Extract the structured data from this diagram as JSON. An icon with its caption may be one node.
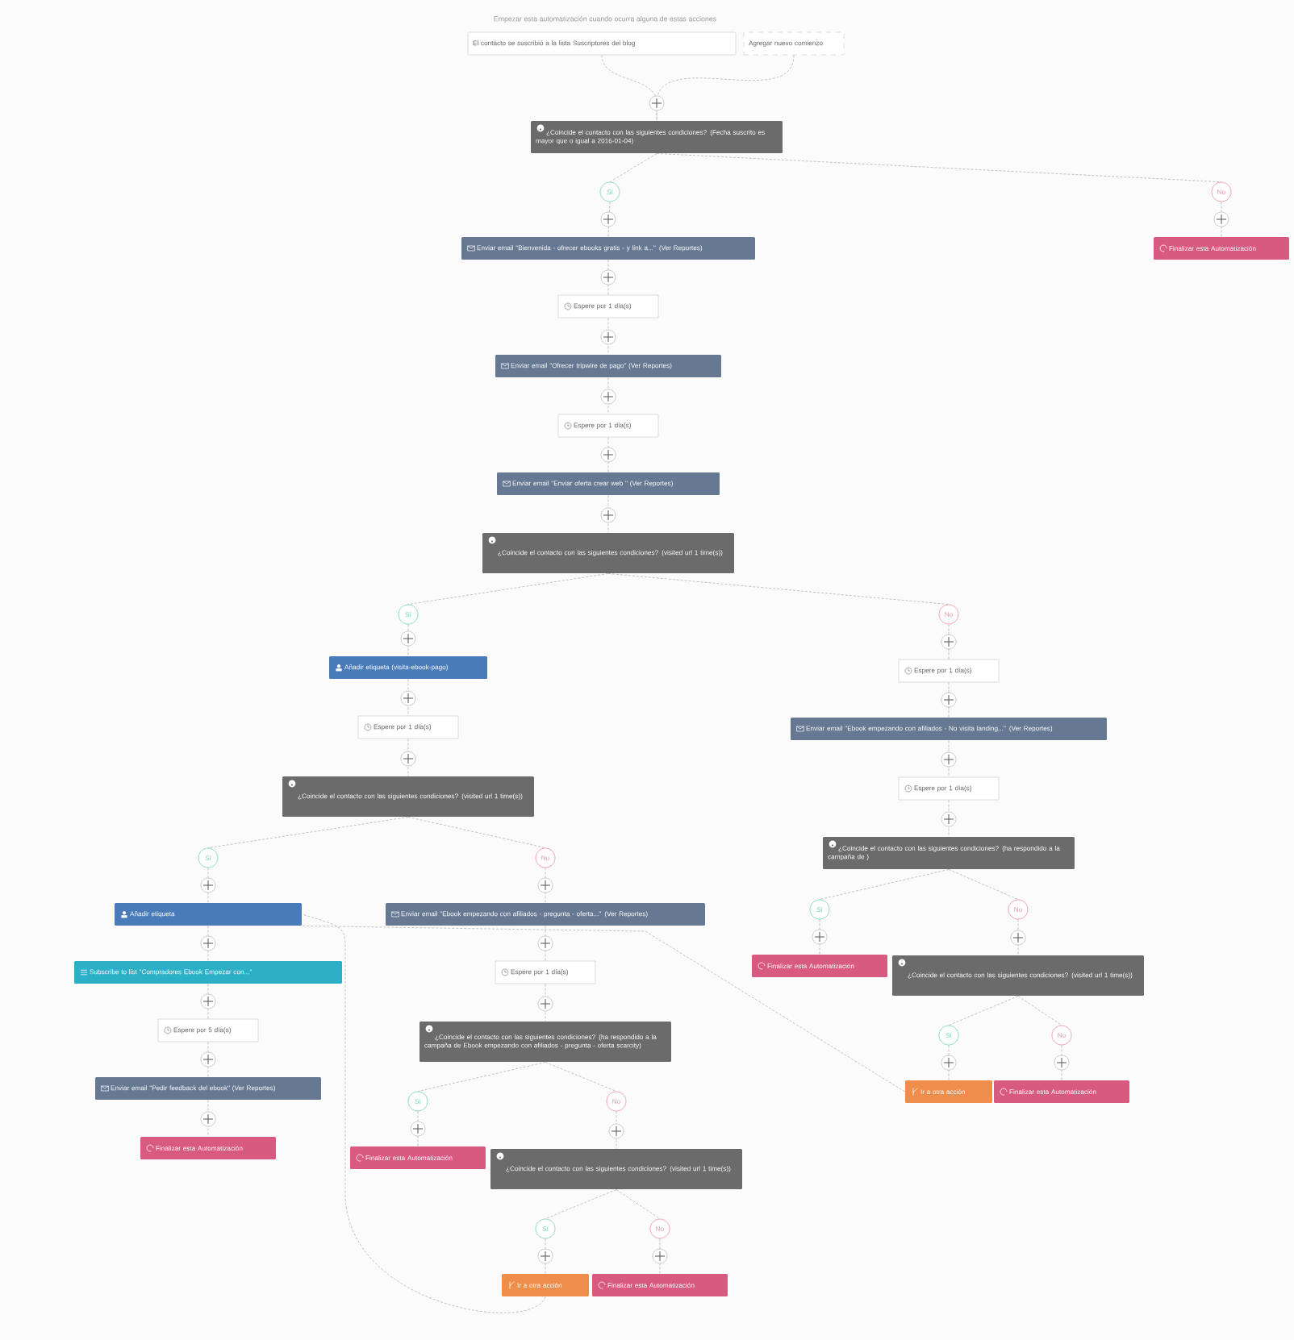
{
  "diagram": {
    "nodes": [
      {
        "text": [
          "El contacto se suscribió a la lista Suscriptores del blog"
        ]
      },
      {
        "text": [
          "Agregar nuevo comienzo"
        ]
      },
      {
        "text": [
          "¿Coincide el contacto con las siguientes condiciones? (Fecha suscrito es mayor que o igual a 2016-01-04)"
        ]
      },
      {
        "text": [
          "Sí"
        ]
      },
      {
        "text": [
          "No"
        ]
      },
      {
        "text": [
          "Enviar email \"Bienvenida - ofrecer ebooks gratis - y link a...\" (Ver Reportes)"
        ]
      },
      {
        "text": [
          "Finalizar esta Automatización"
        ]
      },
      {
        "text": [
          "Espere por 1 día(s)"
        ]
      },
      {
        "text": [
          "Enviar email \"Ofrecer tripwire de pago\" (Ver Reportes)"
        ]
      },
      {
        "text": [
          "Espere por 1 día(s)"
        ]
      },
      {
        "text": [
          "Enviar email \"Enviar oferta crear web \" (Ver Reportes)"
        ]
      },
      {
        "text": [
          "¿Coincide el contacto con las siguientes condiciones? (visited url 1 time(s))"
        ]
      },
      {
        "text": [
          "Sí"
        ]
      },
      {
        "text": [
          "No"
        ]
      },
      {
        "text": [
          "Añadir etiqueta (visita-ebook-pago)"
        ]
      },
      {
        "text": [
          "Espere por 1 día(s)"
        ]
      },
      {
        "text": [
          "Espere por 1 día(s)"
        ]
      },
      {
        "text": [
          "Enviar email \"Ebook empezando con afiliados - No visita landing...\" (Ver Reportes)"
        ]
      },
      {
        "text": [
          "¿Coincide el contacto con las siguientes condiciones? (visited url 1 time(s))"
        ]
      },
      {
        "text": [
          "Espere por 1 día(s)"
        ]
      },
      {
        "text": [
          "¿Coincide el contacto con las siguientes condiciones? (ha respondido a la campaña de )"
        ]
      },
      {
        "text": [
          "Sí"
        ]
      },
      {
        "text": [
          "No"
        ]
      },
      {
        "text": [
          "Añadir etiqueta"
        ]
      },
      {
        "text": [
          "Enviar email \"Ebook empezando con afiliados - pregunta - oferta...\" (Ver Reportes)"
        ]
      },
      {
        "text": [
          "Sí"
        ]
      },
      {
        "text": [
          "No"
        ]
      },
      {
        "text": [
          "Finalizar esta Automatización"
        ]
      },
      {
        "text": [
          "¿Coincide el contacto con las siguientes condiciones? (visited url 1 time(s))"
        ]
      },
      {
        "text": [
          "Subscribe to list \"Compradores Ebook Empezar con...\""
        ]
      },
      {
        "text": [
          "Espere por 1 día(s)"
        ]
      },
      {
        "text": [
          "Espere por 5 día(s)"
        ]
      },
      {
        "text": [
          "¿Coincide el contacto con las siguientes condiciones? (ha respondido a la campaña de Ebook empezando con afiliados - pregunta - oferta scarcity)"
        ]
      },
      {
        "text": [
          "Sí"
        ]
      },
      {
        "text": [
          "No"
        ]
      },
      {
        "text": [
          "Ir a otra acción"
        ]
      },
      {
        "text": [
          "Finalizar esta Automatización"
        ]
      },
      {
        "text": [
          "Enviar email \"Pedir feedback del ebook\" (Ver Reportes)"
        ]
      },
      {
        "text": [
          "Sí"
        ]
      },
      {
        "text": [
          "No"
        ]
      },
      {
        "text": [
          "Finalizar esta Automatización"
        ]
      },
      {
        "text": [
          "Finalizar esta Automatización"
        ]
      },
      {
        "text": [
          "¿Coincide el contacto con las siguientes condiciones? (visited url 1 time(s))"
        ]
      },
      {
        "text": [
          "Sí"
        ]
      },
      {
        "text": [
          "No"
        ]
      },
      {
        "text": [
          "Ir a otra acción"
        ]
      },
      {
        "text": [
          "Finalizar esta Automatización"
        ]
      }
    ],
    "edges": [
      {
        "from": 0,
        "to": 2,
        "arrow": "none"
      },
      {
        "from": 1,
        "to": 2,
        "arrow": "none"
      },
      {
        "from": 2,
        "to": 3,
        "arrow": "none"
      },
      {
        "from": 2,
        "to": 4,
        "arrow": "none"
      },
      {
        "from": 3,
        "to": 5,
        "arrow": "none"
      },
      {
        "from": 4,
        "to": 6,
        "arrow": "none"
      },
      {
        "from": 5,
        "to": 7,
        "arrow": "none"
      },
      {
        "from": 7,
        "to": 8,
        "arrow": "none"
      },
      {
        "from": 8,
        "to": 9,
        "arrow": "none"
      },
      {
        "from": 9,
        "to": 10,
        "arrow": "none"
      },
      {
        "from": 10,
        "to": 11,
        "arrow": "none"
      },
      {
        "from": 11,
        "to": 12,
        "arrow": "none"
      },
      {
        "from": 11,
        "to": 13,
        "arrow": "none"
      },
      {
        "from": 12,
        "to": 14,
        "arrow": "none"
      },
      {
        "from": 13,
        "to": 15,
        "arrow": "none"
      },
      {
        "from": 14,
        "to": 16,
        "arrow": "none"
      },
      {
        "from": 15,
        "to": 17,
        "arrow": "none"
      },
      {
        "from": 16,
        "to": 18,
        "arrow": "none"
      },
      {
        "from": 17,
        "to": 19,
        "arrow": "none"
      },
      {
        "from": 19,
        "to": 20,
        "arrow": "none"
      },
      {
        "from": 18,
        "to": 21,
        "arrow": "none"
      },
      {
        "from": 18,
        "to": 22,
        "arrow": "none"
      },
      {
        "from": 20,
        "to": 25,
        "arrow": "none"
      },
      {
        "from": 20,
        "to": 26,
        "arrow": "none"
      },
      {
        "from": 21,
        "to": 23,
        "arrow": "none"
      },
      {
        "from": 22,
        "to": 24,
        "arrow": "none"
      },
      {
        "from": 25,
        "to": 27,
        "arrow": "none"
      },
      {
        "from": 26,
        "to": 28,
        "arrow": "none"
      },
      {
        "from": 23,
        "to": 29,
        "arrow": "none"
      },
      {
        "from": 24,
        "to": 30,
        "arrow": "none"
      },
      {
        "from": 29,
        "to": 31,
        "arrow": "none"
      },
      {
        "from": 30,
        "to": 32,
        "arrow": "none"
      },
      {
        "from": 28,
        "to": 33,
        "arrow": "none"
      },
      {
        "from": 28,
        "to": 34,
        "arrow": "none"
      },
      {
        "from": 31,
        "to": 37,
        "arrow": "none"
      },
      {
        "from": 32,
        "to": 38,
        "arrow": "none"
      },
      {
        "from": 32,
        "to": 39,
        "arrow": "none"
      },
      {
        "from": 33,
        "to": 35,
        "arrow": "none"
      },
      {
        "from": 34,
        "to": 36,
        "arrow": "none"
      },
      {
        "from": 37,
        "to": 40,
        "arrow": "none"
      },
      {
        "from": 38,
        "to": 41,
        "arrow": "none"
      },
      {
        "from": 39,
        "to": 42,
        "arrow": "none"
      },
      {
        "from": 42,
        "to": 43,
        "arrow": "none"
      },
      {
        "from": 42,
        "to": 44,
        "arrow": "none"
      },
      {
        "from": 43,
        "to": 45,
        "arrow": "none"
      },
      {
        "from": 44,
        "to": 46,
        "arrow": "none"
      },
      {
        "from": 35,
        "to": 23,
        "arrow": "none"
      },
      {
        "from": 45,
        "to": 23,
        "arrow": "none"
      }
    ],
    "labels": [
      "Empezar esta automatización cuando ocurra alguna de estas acciones"
    ]
  }
}
